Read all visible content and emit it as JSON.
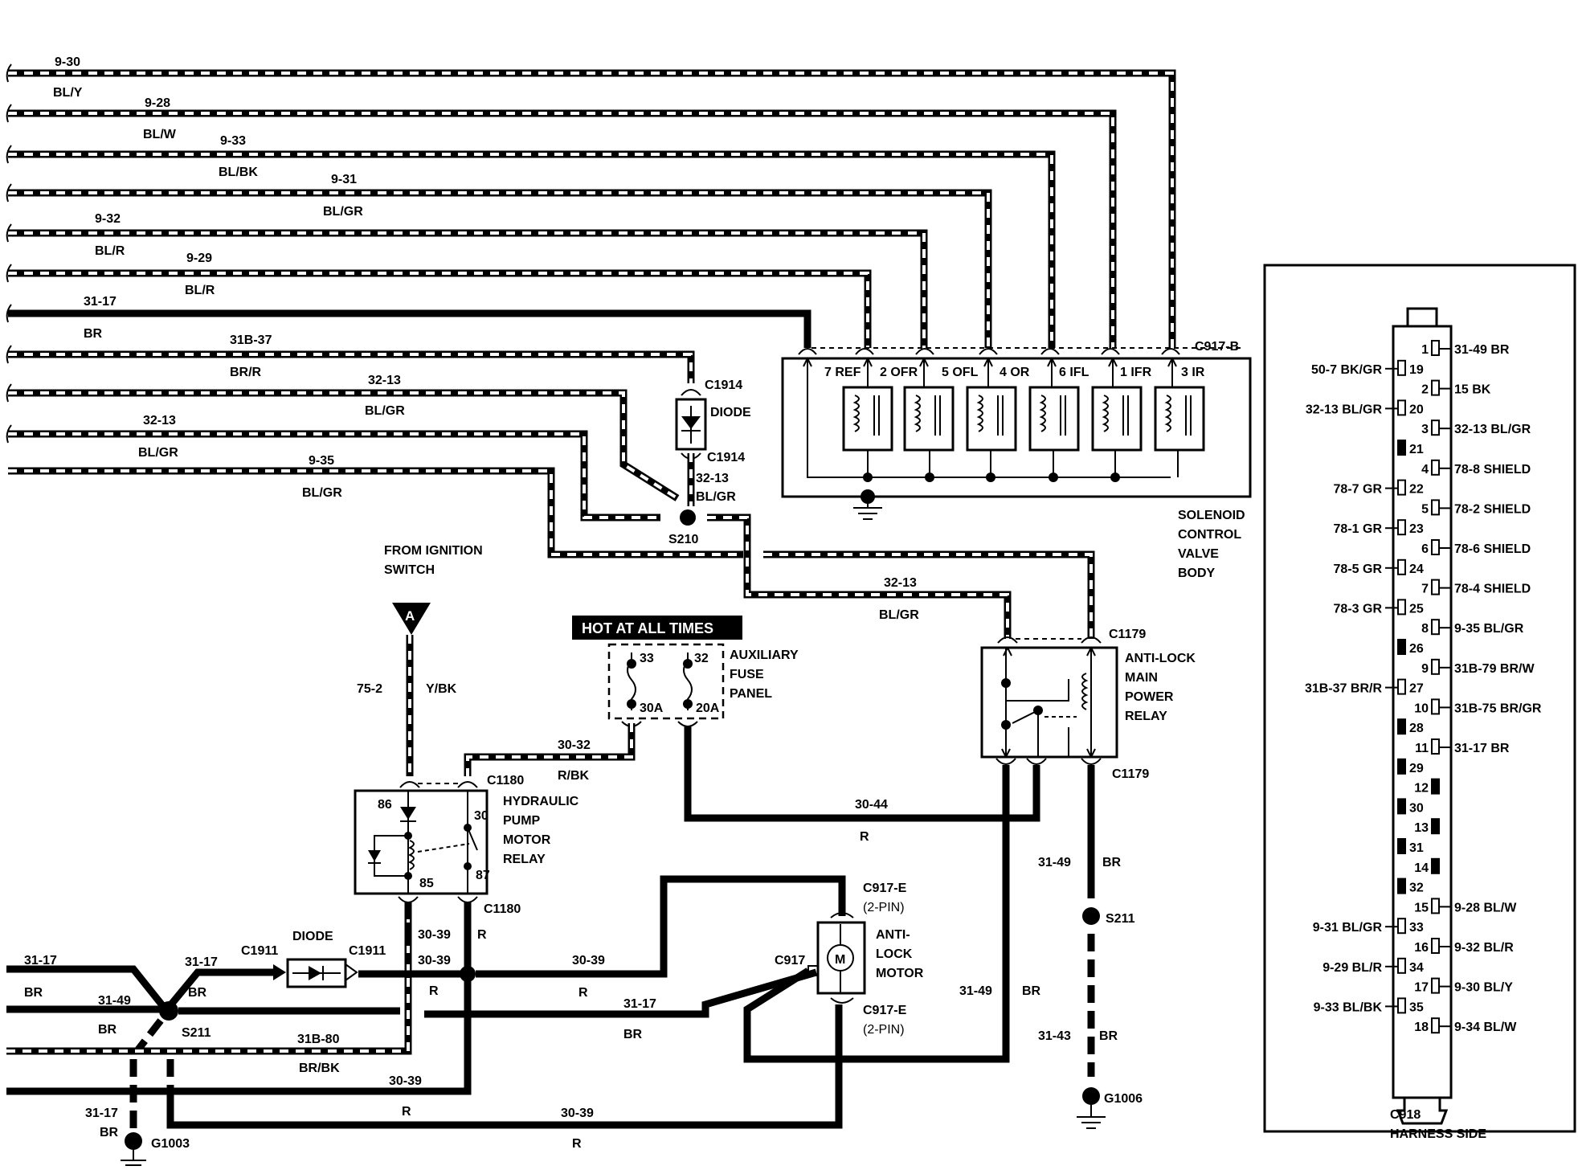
{
  "wires": [
    {
      "circuit": "9-30",
      "color": "BL/Y"
    },
    {
      "circuit": "9-28",
      "color": "BL/W"
    },
    {
      "circuit": "9-33",
      "color": "BL/BK"
    },
    {
      "circuit": "9-31",
      "color": "BL/GR"
    },
    {
      "circuit": "9-32",
      "color": "BL/R"
    },
    {
      "circuit": "9-29",
      "color": "BL/R"
    },
    {
      "circuit": "31-17",
      "color": "BR"
    },
    {
      "circuit": "31B-37",
      "color": "BR/R"
    },
    {
      "circuit": "32-13",
      "color": "BL/GR"
    },
    {
      "circuit": "32-13",
      "color": "BL/GR"
    },
    {
      "circuit": "9-35",
      "color": "BL/GR"
    }
  ],
  "solenoid": {
    "connector": "C917-B",
    "pins": [
      "7 REF",
      "2 OFR",
      "5 OFL",
      "4 OR",
      "6 IFL",
      "1 IFR",
      "3 IR"
    ],
    "title_lines": [
      "SOLENOID",
      "CONTROL",
      "VALVE",
      "BODY"
    ]
  },
  "diode_top": {
    "connector_a": "C1914",
    "label": "DIODE",
    "connector_b": "C1914",
    "wire_circuit": "32-13",
    "wire_color": "BL/GR"
  },
  "splice_s210": "S210",
  "ignition": {
    "lines": [
      "FROM IGNITION",
      "SWITCH"
    ],
    "marker": "A",
    "circuit": "75-2",
    "color": "Y/BK"
  },
  "fuse_panel": {
    "banner": "HOT AT ALL TIMES",
    "fuses": [
      "33",
      "32"
    ],
    "ratings": [
      "30A",
      "20A"
    ],
    "title_lines": [
      "AUXILIARY",
      "FUSE",
      "PANEL"
    ]
  },
  "main_relay": {
    "connector_top": "C1179",
    "connector_bottom": "C1179",
    "title_lines": [
      "ANTI-LOCK",
      "MAIN",
      "POWER",
      "RELAY"
    ],
    "feed_circuit": "32-13",
    "feed_color": "BL/GR"
  },
  "pump_relay": {
    "connector_top": "C1180",
    "connector_bottom": "C1180",
    "pins": [
      "86",
      "30",
      "85",
      "87"
    ],
    "title_lines": [
      "HYDRAULIC",
      "PUMP",
      "MOTOR",
      "RELAY"
    ],
    "feed_circuit": "30-32",
    "feed_color": "R/BK"
  },
  "misc_labels": {
    "w30_44": "30-44",
    "r": "R",
    "w31_49": "31-49",
    "br": "BR",
    "s211": "S211",
    "w31_43": "31-43",
    "g1006": "G1006",
    "w30_39": "30-39",
    "w31_17": "31-17",
    "w31b_80": "31B-80",
    "brbk": "BR/BK",
    "g1003": "G1003",
    "c1911": "C1911",
    "diode": "DIODE"
  },
  "motor": {
    "connector_top": "C917-E",
    "pin_note": "(2-PIN)",
    "connector_bottom": "C917-E",
    "connector_side": "C917",
    "symbol": "M",
    "title_lines": [
      "ANTI-",
      "LOCK",
      "MOTOR"
    ]
  },
  "c918": {
    "title": "C918",
    "subtitle": "HARNESS SIDE",
    "left_pins": [
      {
        "num": "1",
        "label": "",
        "plug": false
      },
      {
        "num": "19",
        "label": "50-7 BK/GR",
        "plug": false
      },
      {
        "num": "2",
        "label": "",
        "plug": false
      },
      {
        "num": "20",
        "label": "32-13 BL/GR",
        "plug": false
      },
      {
        "num": "3",
        "label": "",
        "plug": false
      },
      {
        "num": "21",
        "label": "",
        "plug": true
      },
      {
        "num": "4",
        "label": "",
        "plug": false
      },
      {
        "num": "22",
        "label": "78-7 GR",
        "plug": false
      },
      {
        "num": "5",
        "label": "",
        "plug": false
      },
      {
        "num": "23",
        "label": "78-1 GR",
        "plug": false
      },
      {
        "num": "6",
        "label": "",
        "plug": false
      },
      {
        "num": "24",
        "label": "78-5 GR",
        "plug": false
      },
      {
        "num": "7",
        "label": "",
        "plug": false
      },
      {
        "num": "25",
        "label": "78-3 GR",
        "plug": false
      },
      {
        "num": "8",
        "label": "",
        "plug": false
      },
      {
        "num": "26",
        "label": "",
        "plug": true
      },
      {
        "num": "9",
        "label": "",
        "plug": false
      },
      {
        "num": "27",
        "label": "31B-37 BR/R",
        "plug": false
      },
      {
        "num": "10",
        "label": "",
        "plug": false
      },
      {
        "num": "28",
        "label": "",
        "plug": true
      },
      {
        "num": "11",
        "label": "",
        "plug": false
      },
      {
        "num": "29",
        "label": "",
        "plug": true
      },
      {
        "num": "12",
        "label": "",
        "plug": true
      },
      {
        "num": "30",
        "label": "",
        "plug": true
      },
      {
        "num": "13",
        "label": "",
        "plug": true
      },
      {
        "num": "31",
        "label": "",
        "plug": true
      },
      {
        "num": "14",
        "label": "",
        "plug": true
      },
      {
        "num": "32",
        "label": "",
        "plug": true
      },
      {
        "num": "15",
        "label": "",
        "plug": false
      },
      {
        "num": "33",
        "label": "9-31 BL/GR",
        "plug": false
      },
      {
        "num": "16",
        "label": "",
        "plug": false
      },
      {
        "num": "34",
        "label": "9-29 BL/R",
        "plug": false
      },
      {
        "num": "17",
        "label": "",
        "plug": false
      },
      {
        "num": "35",
        "label": "9-33 BL/BK",
        "plug": false
      },
      {
        "num": "18",
        "label": "",
        "plug": false
      }
    ],
    "right_labels": [
      "31-49 BR",
      "",
      "15 BK",
      "",
      "32-13 BL/GR",
      "",
      "78-8 SHIELD",
      "",
      "78-2 SHIELD",
      "",
      "78-6 SHIELD",
      "",
      "78-4 SHIELD",
      "",
      "9-35 BL/GR",
      "",
      "31B-79 BR/W",
      "",
      "31B-75 BR/GR",
      "",
      "31-17 BR",
      "",
      "",
      "",
      "",
      "",
      "",
      "",
      "9-28 BL/W",
      "",
      "9-32 BL/R",
      "",
      "9-30 BL/Y",
      "",
      "9-34 BL/W"
    ]
  }
}
